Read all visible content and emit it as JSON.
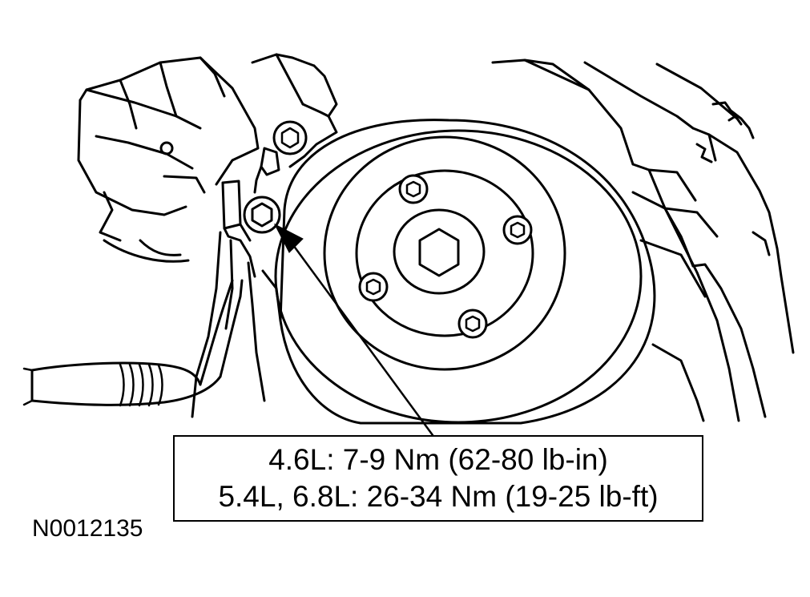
{
  "figure": {
    "torque_specs": [
      "4.6L: 7-9 Nm (62-80 lb-in)",
      "5.4L, 6.8L: 26-34 Nm (19-25 lb-ft)"
    ],
    "figure_id": "N0012135"
  },
  "colors": {
    "line": "#000000",
    "background": "#ffffff"
  },
  "icons": {
    "callout_pointer": "arrowhead-icon",
    "target_fastener": "hex-bolt-icon"
  }
}
